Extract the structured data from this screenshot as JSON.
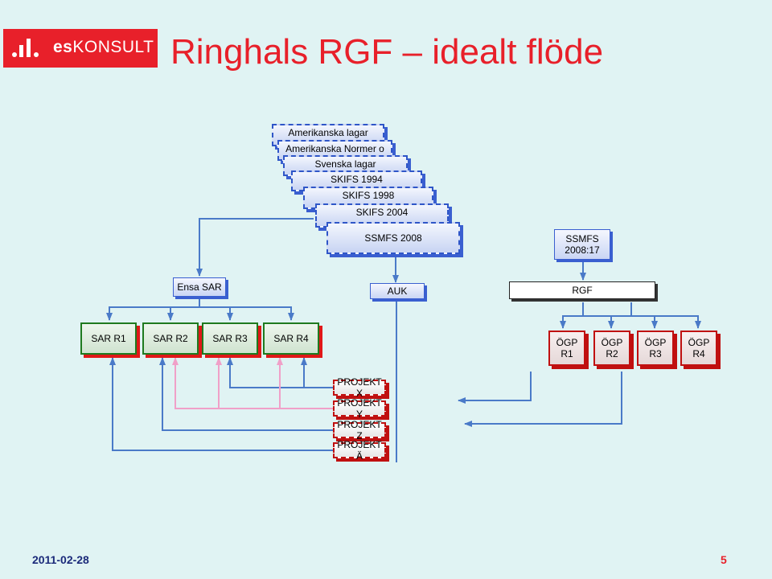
{
  "logo": {
    "bold": "es",
    "rest": "KONSULT"
  },
  "title": "Ringhals RGF – idealt flöde",
  "regulations": [
    "Amerikanska lagar",
    "Amerikanska Normer o",
    "Svenska lagar",
    "SKIFS 1994",
    "SKIFS 1998",
    "SKIFS 2004",
    "SSMFS 2008"
  ],
  "ssmfs": "SSMFS 2008:17",
  "ensa_sar": "Ensa SAR",
  "auk": "AUK",
  "rgf": "RGF",
  "sar": [
    "SAR R1",
    "SAR R2",
    "SAR R3",
    "SAR R4"
  ],
  "ogp": [
    "ÖGP R1",
    "ÖGP R2",
    "ÖGP R3",
    "ÖGP R4"
  ],
  "projects": [
    "PROJEKT X",
    "PROJEKT Y",
    "PROJEKT Z",
    "PROJEKT Ä"
  ],
  "footer": {
    "date": "2011-02-28",
    "page": "5"
  },
  "colors": {
    "brand": "#e8202a",
    "connector": "#4a7ac8",
    "pink": "#f0a0c8",
    "background": "#e0f3f3"
  }
}
